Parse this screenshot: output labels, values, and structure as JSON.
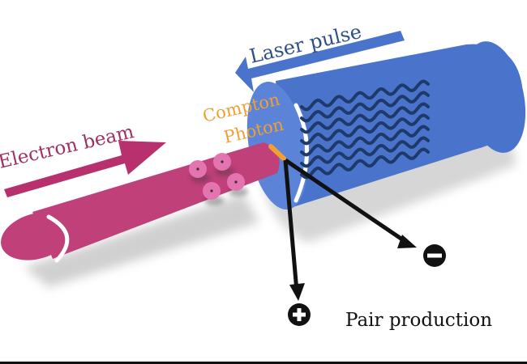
{
  "labels": {
    "laser_pulse": "Laser pulse",
    "compton_line1": "Compton",
    "compton_line2": "Photon",
    "electron_beam": "Electron beam",
    "pair_production": "Pair production"
  },
  "colors": {
    "laser_cylinder": "#4a74cc",
    "laser_cylinder_shade": "#5b84d8",
    "laser_arrow": "#4a74cc",
    "laser_label": "#2e4f8a",
    "electron_beam": "#c0407a",
    "electron_beam_dark": "#a8306a",
    "electron_label": "#a02f62",
    "electrons": "#e474b0",
    "compton": "#f0a030",
    "wave": "#1e3a6a",
    "pair_lines": "#111111",
    "shadow": "#cfcfcf"
  },
  "icons": {
    "positron": "plus-circle-icon",
    "electron": "minus-circle-icon"
  }
}
